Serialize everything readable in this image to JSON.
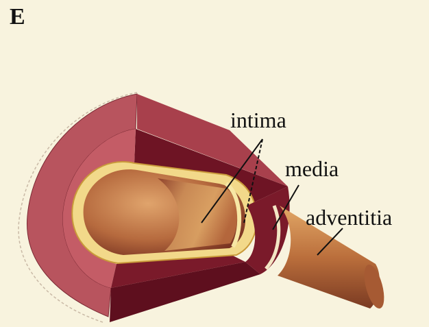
{
  "figure": {
    "panel_letter": "E",
    "labels": {
      "intima": "intima",
      "media": "media",
      "adventitia": "adventitia"
    }
  },
  "colors": {
    "background": "#f8f3de",
    "adventitia": "#b8545e",
    "media": "#6e1424",
    "intima": "#f2d98a",
    "lumen": "#c27a45"
  }
}
